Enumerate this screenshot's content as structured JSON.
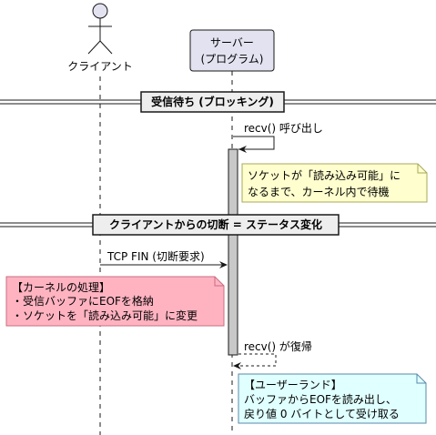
{
  "participants": {
    "client": "クライアント",
    "server_line1": "サーバー",
    "server_line2": "(プログラム)"
  },
  "dividers": {
    "waiting": "受信待ち (ブロッキング)",
    "disconnect": "クライアントからの切断 = ステータス変化"
  },
  "messages": {
    "recv_call": "recv() 呼び出し",
    "tcp_fin": "TCP FIN (切断要求)",
    "recv_return": "recv() が復帰"
  },
  "notes": {
    "server_wait": [
      "ソケットが「読み込み可能」に",
      "なるまで、カーネル内で待機"
    ],
    "kernel": [
      "【カーネルの処理】",
      "・受信バッファにEOFを格納",
      "・ソケットを「読み込み可能」に変更"
    ],
    "userland": [
      "【ユーザーランド】",
      "バッファからEOFを読み出し、",
      "戻り値 0 バイトとして受け取る"
    ]
  },
  "colors": {
    "participant_fill": "#e2e2f0",
    "participant_border": "#181818",
    "lifeline": "#181818",
    "activation_fill": "#c8c8c8",
    "note_yellow": "#fefece",
    "note_yellow_border": "#a8a85a",
    "note_pink": "#ffb3c1",
    "note_pink_border": "#c86e82",
    "note_cyan": "#e0ffff",
    "note_cyan_border": "#5a8aa8"
  }
}
